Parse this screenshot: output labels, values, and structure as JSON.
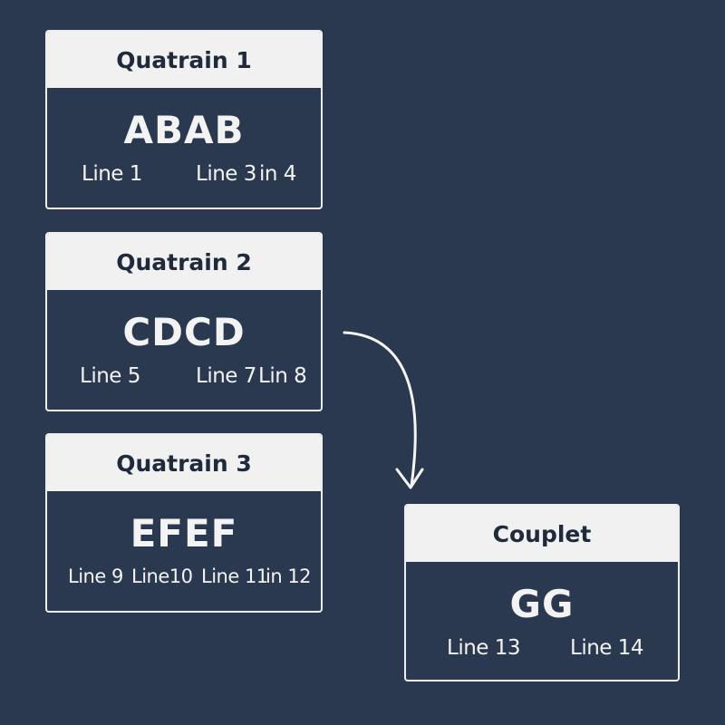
{
  "colors": {
    "background": "#2b3950",
    "header_fill": "#f1f1f1",
    "header_text": "#1f2a3b",
    "body_text": "#f3f3f3",
    "border": "#eeeeee",
    "arrow": "#f5f5f5"
  },
  "quatrains": [
    {
      "title": "Quatrain 1",
      "scheme": "ABAB",
      "lines": [
        "Line 1",
        "Line 3",
        "in 4"
      ]
    },
    {
      "title": "Quatrain 2",
      "scheme": "CDCD",
      "lines": [
        "Line 5",
        "Line 7",
        "Lin 8"
      ]
    },
    {
      "title": "Quatrain 3",
      "scheme": "EFEF",
      "lines": [
        "Line 9",
        "Line10",
        "Line 11",
        "in 12"
      ]
    }
  ],
  "couplet": {
    "title": "Couplet",
    "scheme": "GG",
    "lines": [
      "Line 13",
      "Line 14"
    ]
  }
}
